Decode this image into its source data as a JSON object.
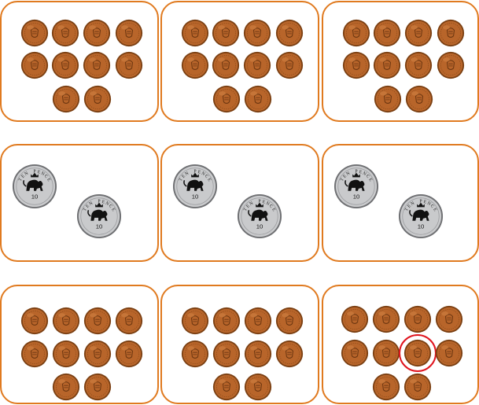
{
  "colors": {
    "panel_border": "#E07A1F",
    "copper_face": "#B8652A",
    "copper_rim": "#7A3F12",
    "silver_face": "#C9CACC",
    "silver_rim": "#6E6F72",
    "highlight": "#E0141E"
  },
  "ten_pence": {
    "inscription": "TEN PENCE",
    "value": "10"
  },
  "panels": [
    {
      "coin_type": "penny",
      "count": 10,
      "marked_coin": null
    },
    {
      "coin_type": "penny",
      "count": 10,
      "marked_coin": null
    },
    {
      "coin_type": "penny",
      "count": 10,
      "marked_coin": null
    },
    {
      "coin_type": "ten-pence",
      "count": 2,
      "marked_coin": null
    },
    {
      "coin_type": "ten-pence",
      "count": 2,
      "marked_coin": null
    },
    {
      "coin_type": "ten-pence",
      "count": 2,
      "marked_coin": null
    },
    {
      "coin_type": "penny",
      "count": 10,
      "marked_coin": null
    },
    {
      "coin_type": "penny",
      "count": 10,
      "marked_coin": null
    },
    {
      "coin_type": "penny",
      "count": 10,
      "marked_coin": 6
    }
  ]
}
